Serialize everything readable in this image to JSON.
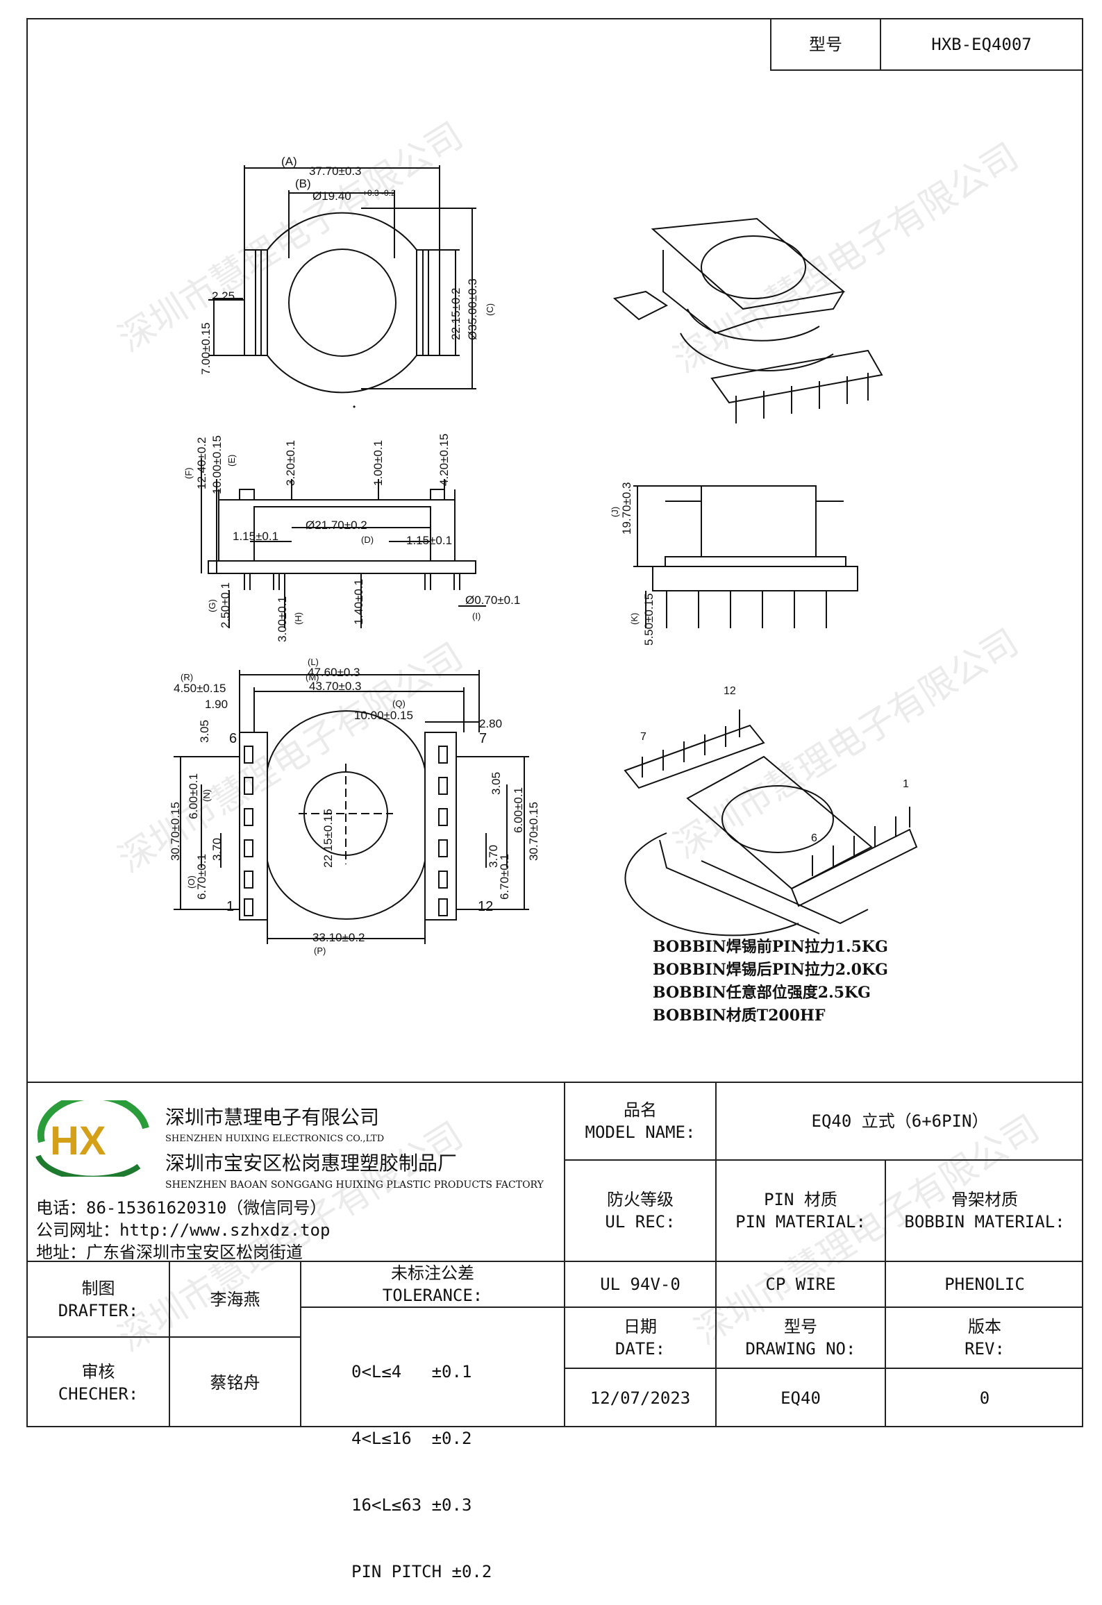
{
  "header": {
    "model_label": "型号",
    "model_value": "HXB-EQ4007"
  },
  "watermark": "深圳市慧理电子有限公司",
  "drawing": {
    "top_view": {
      "dim_A": "37.70±0.3",
      "tag_A": "(A)",
      "dim_B": "Ø19.40",
      "tol_B": "+0.3 -0.2",
      "tag_B": "(B)",
      "dim_side": "2.25",
      "dim_height": "7.00±0.15",
      "dim_inner": "22.15±0.2",
      "dim_outer": "Ø35.00±0.3",
      "tag_C": "(C)"
    },
    "side_view": {
      "dim_F": "12.40±0.2",
      "tag_F": "(F)",
      "dim_E": "10.00±0.15",
      "tag_E": "(E)",
      "dim_top": "3.20±0.1",
      "dim_flange": "1.00±0.1",
      "dim_right": "4.20±0.15",
      "dim_core": "Ø21.70±0.2",
      "tag_D": "(D)",
      "dim_wall_l": "1.15±0.1",
      "dim_wall_r": "1.15±0.1",
      "dim_G": "2.50±0.1",
      "tag_G": "(G)",
      "dim_H": "3.00±0.1",
      "tag_H": "(H)",
      "dim_base": "1.40±0.1",
      "dim_pin": "Ø0.70±0.1",
      "tag_I": "(I)"
    },
    "bottom_view": {
      "dim_L": "47.60±0.3",
      "tag_L": "(L)",
      "dim_M": "43.70±0.3",
      "tag_M": "(M)",
      "dim_R": "4.50±0.15",
      "tag_R": "(R)",
      "dim_190": "1.90",
      "dim_Q": "10.00±0.15",
      "tag_Q": "(Q)",
      "dim_280": "2.80",
      "dim_305a": "3.05",
      "dim_305b": "3.05",
      "dim_total_l": "30.70±0.15",
      "dim_N": "6.00±0.1",
      "tag_N": "(N)",
      "dim_core": "22.15±0.15",
      "dim_370a": "3.70",
      "dim_370b": "3.70",
      "dim_O": "6.70±0.1",
      "tag_O": "(O)",
      "dim_600r": "6.00±0.1",
      "dim_670r": "6.70±0.1",
      "dim_total_r": "30.70±0.15",
      "dim_P": "33.10±0.2",
      "tag_P": "(P)",
      "pin_1": "1",
      "pin_6": "6",
      "pin_7": "7",
      "pin_12": "12"
    },
    "front_view": {
      "dim_J": "19.70±0.3",
      "tag_J": "(J)",
      "dim_K": "5.50±0.15",
      "tag_K": "(K)"
    },
    "iso_bottom_pins": {
      "pin_12": "12",
      "pin_7": "7",
      "pin_1": "1",
      "pin_6": "6"
    }
  },
  "notes": [
    "BOBBIN焊锡前PIN拉力1.5KG",
    "BOBBIN焊锡后PIN拉力2.0KG",
    "BOBBIN任意部位强度2.5KG",
    "BOBBIN材质T200HF"
  ],
  "company": {
    "logo_text": "HX",
    "name_cn": "深圳市慧理电子有限公司",
    "name_en": "SHENZHEN HUIXING ELECTRONICS CO.,LTD",
    "factory_cn": "深圳市宝安区松岗惠理塑胶制品厂",
    "factory_en": "SHENZHEN BAOAN SONGGANG HUIXING PLASTIC PRODUCTS FACTORY",
    "phone": "电话：86-15361620310（微信同号）",
    "website": "公司网址：http://www.szhxdz.top",
    "address": "地址：广东省深圳市宝安区松岗街道"
  },
  "title_block": {
    "model_name_cn": "品名",
    "model_name_en": "MODEL NAME:",
    "model_name_value": "EQ40 立式（6+6PIN）",
    "ul_cn": "防火等级",
    "ul_en": "UL REC:",
    "pin_cn": "PIN 材质",
    "pin_en": "PIN MATERIAL:",
    "bobbin_cn": "骨架材质",
    "bobbin_en": "BOBBIN MATERIAL:",
    "ul_value": "UL 94V-0",
    "pin_value": "CP WIRE",
    "bobbin_value": "PHENOLIC",
    "date_cn": "日期",
    "date_en": "DATE:",
    "drawing_cn": "型号",
    "drawing_en": "DRAWING NO:",
    "rev_cn": "版本",
    "rev_en": "REV:",
    "date_value": "12/07/2023",
    "drawing_value": "EQ40",
    "rev_value": "0",
    "drafter_cn": "制图",
    "drafter_en": "DRAFTER:",
    "drafter_value": "李海燕",
    "checker_cn": "审核",
    "checker_en": "CHECHER:",
    "checker_value": "蔡铭舟",
    "tolerance_cn": "未标注公差",
    "tolerance_en": "TOLERANCE:",
    "tolerance_lines": [
      "0<L≤4   ±0.1",
      "4<L≤16  ±0.2",
      "16<L≤63 ±0.3",
      "PIN PITCH ±0.2"
    ]
  }
}
